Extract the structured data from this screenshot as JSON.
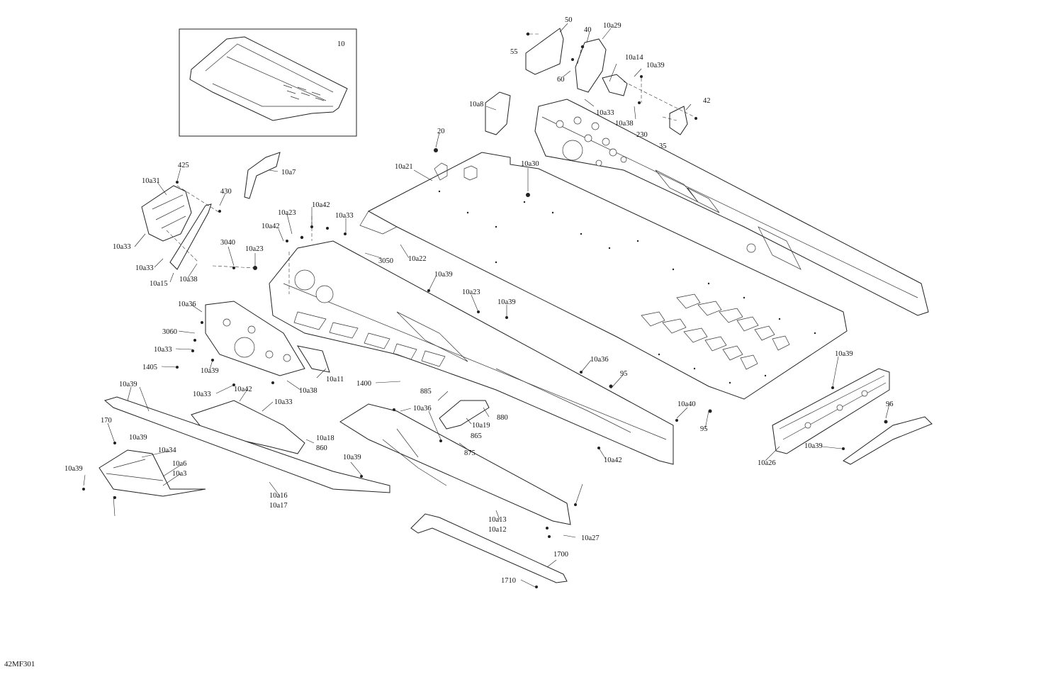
{
  "diagram": {
    "reference_code": "42MF301",
    "inset_label": "10",
    "callouts": [
      "50",
      "40",
      "10a29",
      "55",
      "10a14",
      "10a39",
      "60",
      "10a33",
      "42",
      "10a8",
      "10a38",
      "230",
      "20",
      "35",
      "10a21",
      "10a30",
      "425",
      "10a7",
      "10a31",
      "430",
      "10a42",
      "10a23",
      "10a33",
      "10a42",
      "3040",
      "10a23",
      "10a22",
      "3050",
      "10a33",
      "10a33",
      "10a15",
      "10a38",
      "10a39",
      "10a23",
      "10a39",
      "10a36",
      "3060",
      "10a33",
      "1405",
      "10a39",
      "10a11",
      "10a38",
      "10a33",
      "10a42",
      "1400",
      "10a36",
      "95",
      "10a39",
      "10a39",
      "885",
      "10a33",
      "10a36",
      "880",
      "10a40",
      "170",
      "10a18",
      "10a19",
      "860",
      "865",
      "96",
      "10a39",
      "10a34",
      "875",
      "95",
      "10a6",
      "10a3",
      "10a39",
      "10a42",
      "10a39",
      "10a26",
      "10a39",
      "10a16",
      "10a17",
      "10a13",
      "10a12",
      "10a27",
      "1700",
      "1710"
    ]
  }
}
